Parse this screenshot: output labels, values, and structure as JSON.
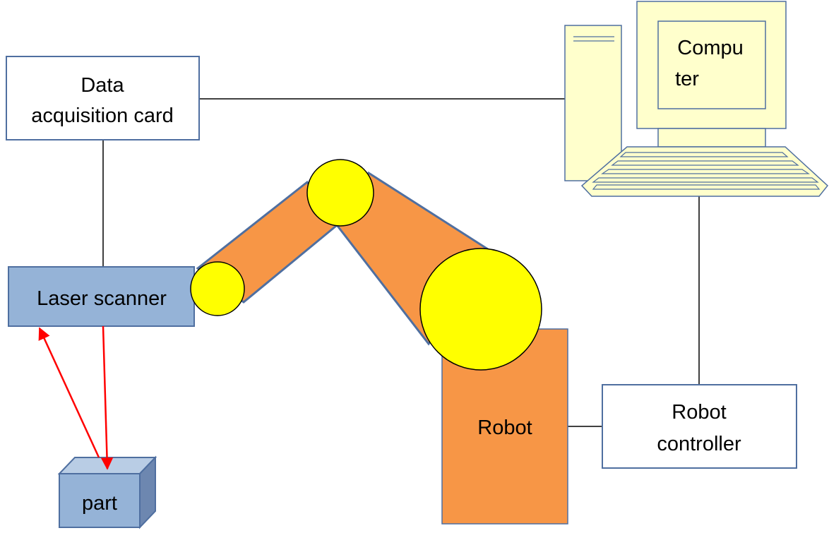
{
  "nodes": {
    "daq": {
      "line1": "Data",
      "line2": "acquisition card"
    },
    "scanner": {
      "label": "Laser scanner"
    },
    "part": {
      "label": "part"
    },
    "robot": {
      "label": "Robot"
    },
    "controller": {
      "line1": "Robot",
      "line2": "controller"
    },
    "computer": {
      "line1": "Compu",
      "line2": "ter"
    }
  },
  "colors": {
    "box_stroke": "#4F6FA0",
    "blue_fill": "#95B3D7",
    "robot_orange": "#F79646",
    "joint_yellow": "#FFFF00",
    "computer_fill": "#FFFFCC",
    "laser_red": "#FF0000",
    "line": "#000000"
  },
  "icons": {
    "computer": "desktop-computer-icon",
    "part": "cube-part-icon"
  }
}
